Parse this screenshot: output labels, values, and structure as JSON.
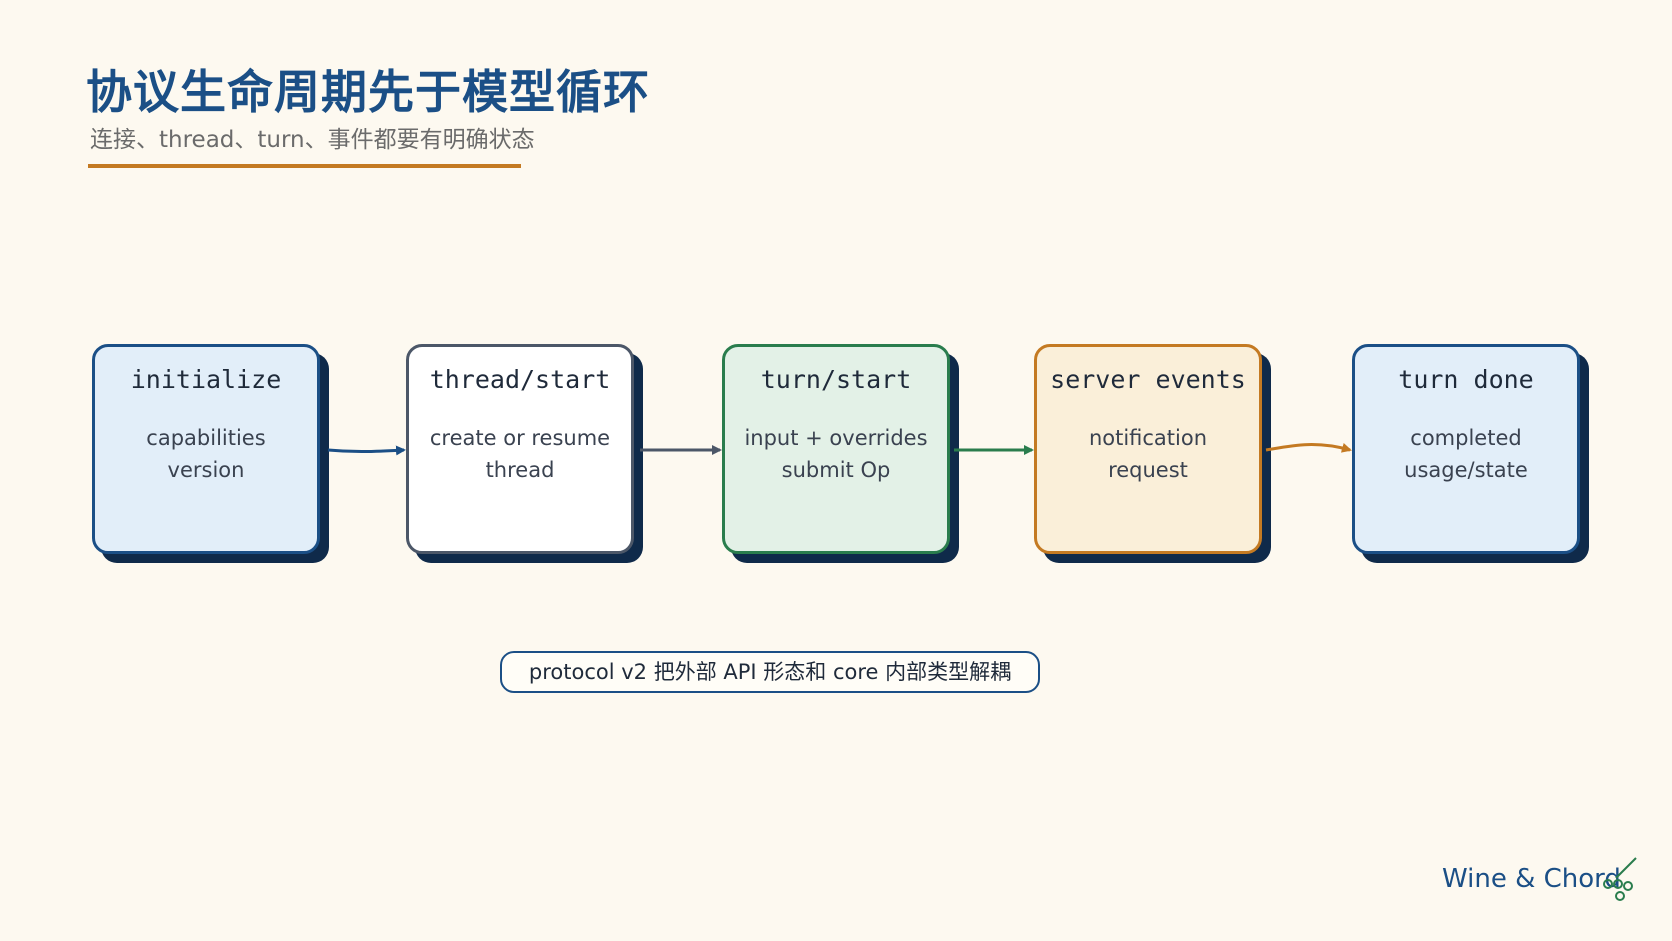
{
  "header": {
    "title": "协议生命周期先于模型循环",
    "subtitle": "连接、thread、turn、事件都要有明确状态"
  },
  "nodes": [
    {
      "title": "initialize",
      "lines": [
        "capabilities",
        "version"
      ]
    },
    {
      "title": "thread/start",
      "lines": [
        "create or resume",
        "thread"
      ]
    },
    {
      "title": "turn/start",
      "lines": [
        "input + overrides",
        "submit Op"
      ]
    },
    {
      "title": "server events",
      "lines": [
        "notification",
        "request"
      ]
    },
    {
      "title": "turn done",
      "lines": [
        "completed",
        "usage/state"
      ]
    }
  ],
  "note": "protocol v2 把外部 API 形态和 core 内部类型解耦",
  "brand": "Wine & Chord",
  "colors": {
    "blue": "#1b4f86",
    "slate": "#4c5768",
    "green": "#2a7d4d",
    "orange": "#c47a22",
    "background": "#fdf9f0"
  }
}
